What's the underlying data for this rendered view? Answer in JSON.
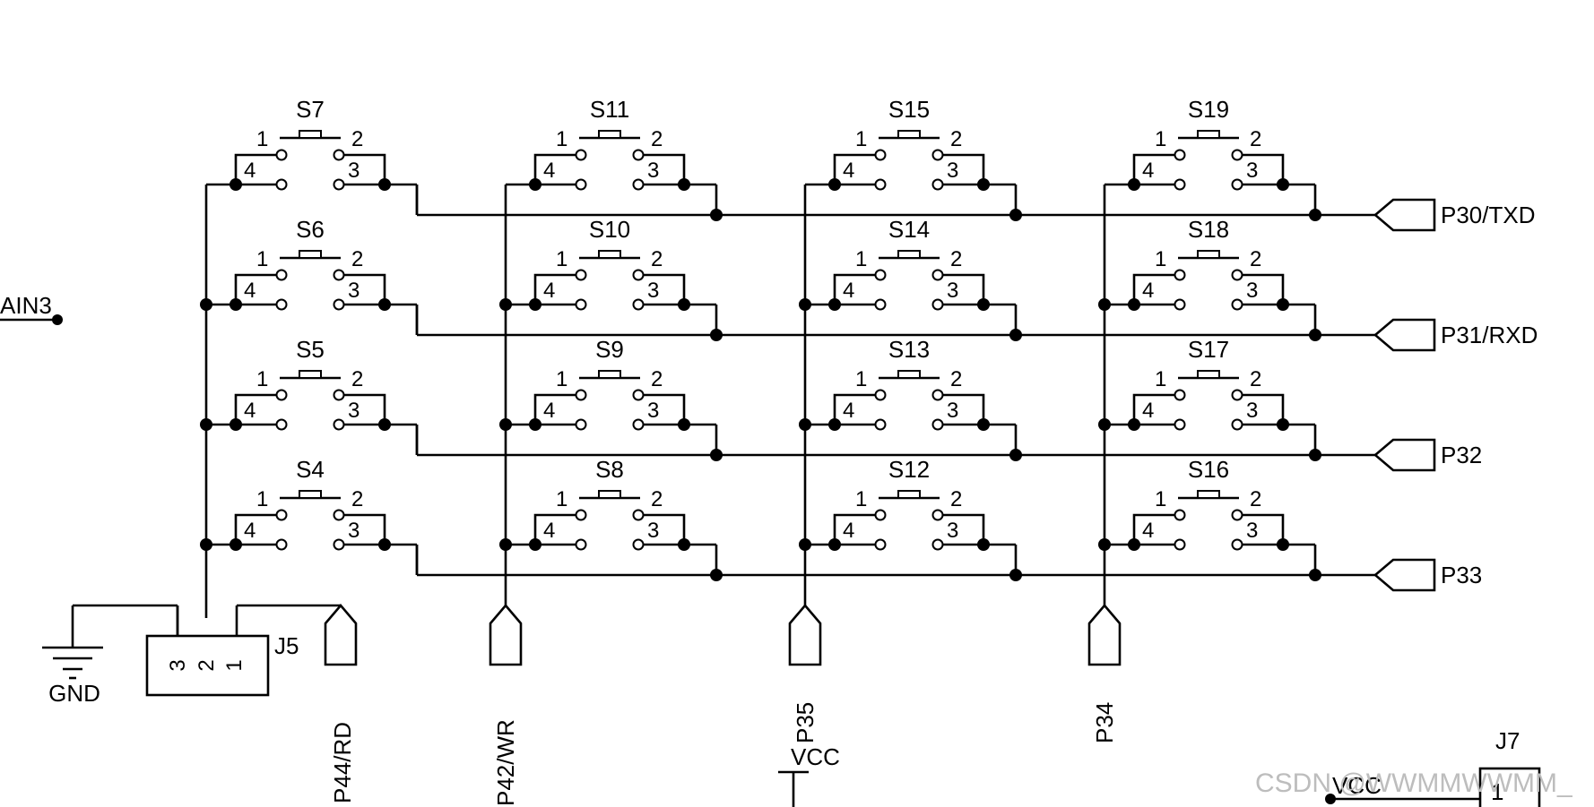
{
  "switches": [
    {
      "ref": "S7",
      "col": 0,
      "row": 0
    },
    {
      "ref": "S11",
      "col": 1,
      "row": 0
    },
    {
      "ref": "S15",
      "col": 2,
      "row": 0
    },
    {
      "ref": "S19",
      "col": 3,
      "row": 0
    },
    {
      "ref": "S6",
      "col": 0,
      "row": 1
    },
    {
      "ref": "S10",
      "col": 1,
      "row": 1
    },
    {
      "ref": "S14",
      "col": 2,
      "row": 1
    },
    {
      "ref": "S18",
      "col": 3,
      "row": 1
    },
    {
      "ref": "S5",
      "col": 0,
      "row": 2
    },
    {
      "ref": "S9",
      "col": 1,
      "row": 2
    },
    {
      "ref": "S13",
      "col": 2,
      "row": 2
    },
    {
      "ref": "S17",
      "col": 3,
      "row": 2
    },
    {
      "ref": "S4",
      "col": 0,
      "row": 3
    },
    {
      "ref": "S8",
      "col": 1,
      "row": 3
    },
    {
      "ref": "S12",
      "col": 2,
      "row": 3
    },
    {
      "ref": "S16",
      "col": 3,
      "row": 3
    }
  ],
  "switch_pins": {
    "p1": "1",
    "p2": "2",
    "p3": "3",
    "p4": "4"
  },
  "row_ports": [
    "P30/TXD",
    "P31/RXD",
    "P32",
    "P33"
  ],
  "column_ports": [
    "P44/RD",
    "P42/WR",
    "P35",
    "P34"
  ],
  "connector_j5": {
    "ref": "J5",
    "pins": [
      "3",
      "2",
      "1"
    ]
  },
  "ground_label": "GND",
  "vcc_label": "VCC",
  "left_net_label": "AIN3",
  "j7": {
    "ref": "J7",
    "pin": "1",
    "net": "VCC"
  },
  "watermark": "CSDN @WWMMWWMM_"
}
